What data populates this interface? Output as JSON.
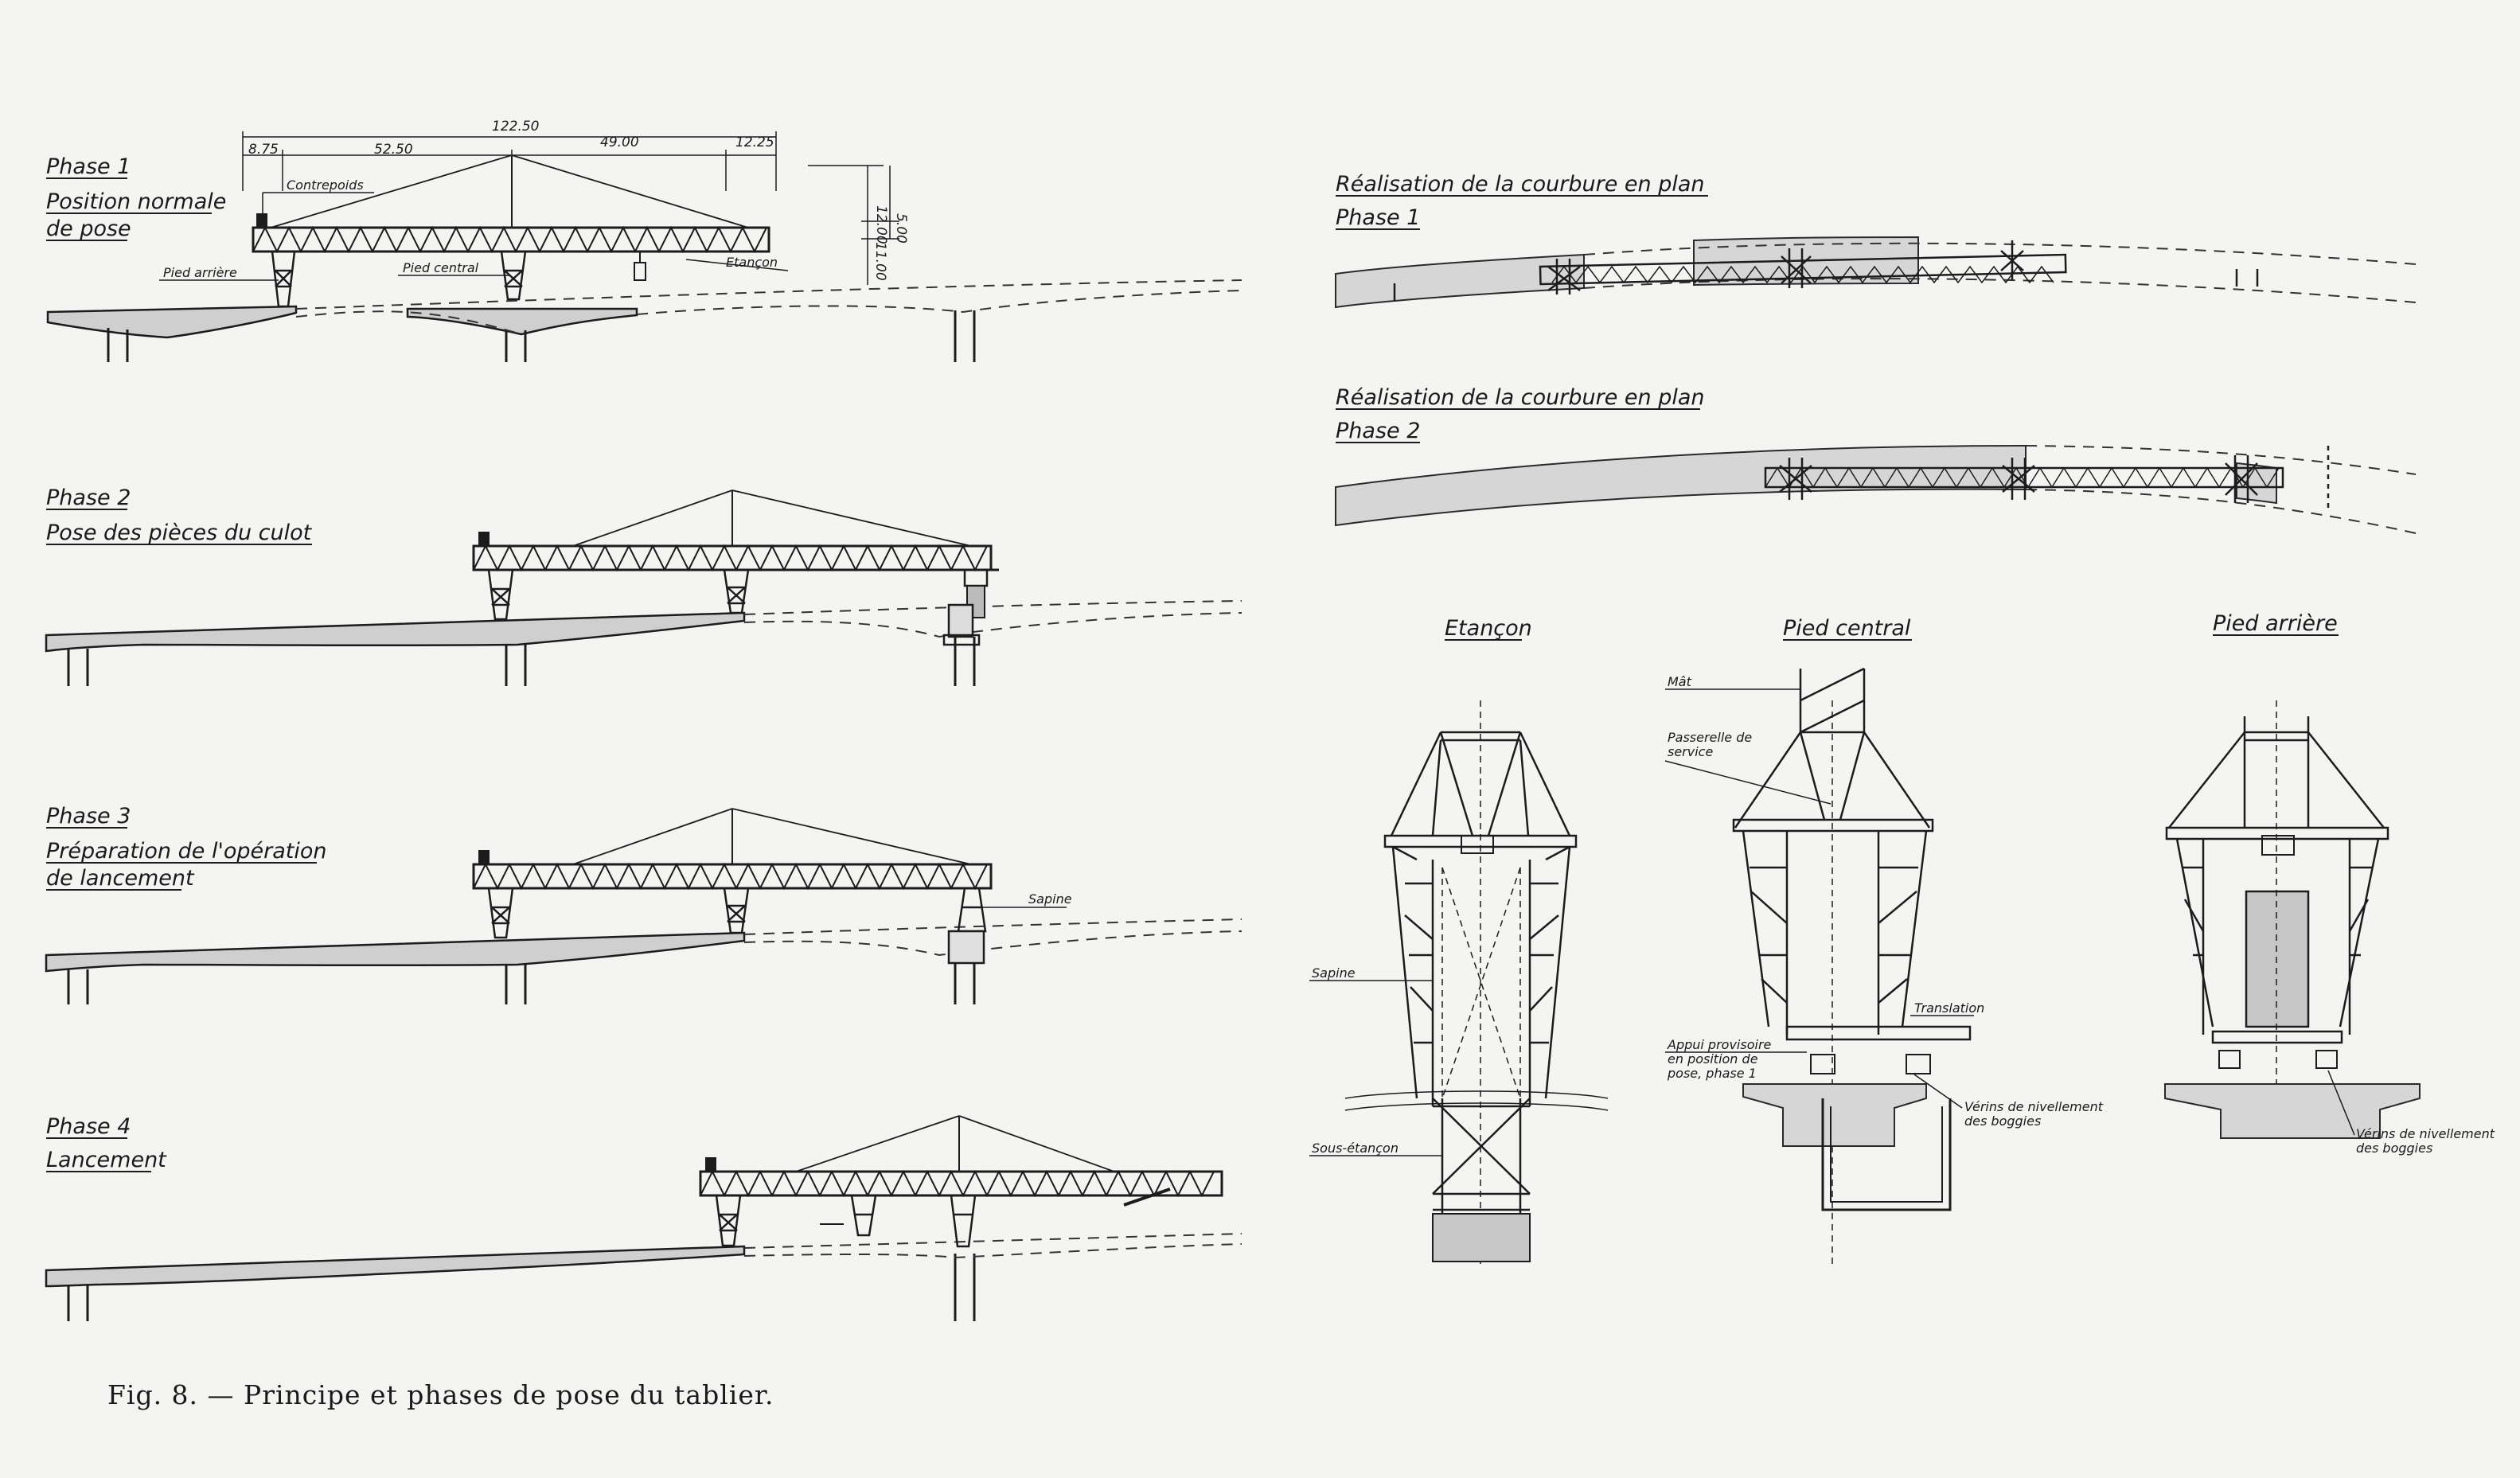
{
  "phases": {
    "p1_title": "Phase 1",
    "p1_sub1": "Position normale",
    "p1_sub2": "de pose",
    "p2_title": "Phase 2",
    "p2_sub": "Pose des pièces du culot",
    "p3_title": "Phase 3",
    "p3_sub1": "Préparation de l'opération",
    "p3_sub2": "de lancement",
    "p4_title": "Phase 4",
    "p4_sub": "Lancement"
  },
  "phase1_labels": {
    "contrepoids": "Contrepoids",
    "pied_arriere": "Pied arrière",
    "pied_central": "Pied central",
    "etancon": "Etançon"
  },
  "dimensions": {
    "total": "122.50",
    "d1": "8.75",
    "d2": "52.50",
    "d3": "49.00",
    "d4": "12.25",
    "v1": "12.00",
    "v2": "5.00",
    "v3": "11.00"
  },
  "phase3_labels": {
    "sapine": "Sapine"
  },
  "plan": {
    "title1": "Réalisation de la courbure en plan",
    "phase1": "Phase 1",
    "title2": "Réalisation de la courbure en plan",
    "phase2": "Phase 2"
  },
  "details": {
    "etancon_title": "Etançon",
    "pied_central_title": "Pied central",
    "pied_arriere_title": "Pied arrière",
    "sapine": "Sapine",
    "sous_etancon": "Sous-étançon",
    "mat": "Mât",
    "passerelle_1": "Passerelle de",
    "passerelle_2": "service",
    "translation": "Translation",
    "appui_1": "Appui provisoire",
    "appui_2": "en position de",
    "appui_3": "pose, phase 1",
    "verins_1": "Vérins de nivellement",
    "verins_2": "des boggies",
    "verins_b1": "Vérins de nivellement",
    "verins_b2": "des boggies"
  },
  "caption": "Fig. 8. — Principe et phases de pose du tablier."
}
